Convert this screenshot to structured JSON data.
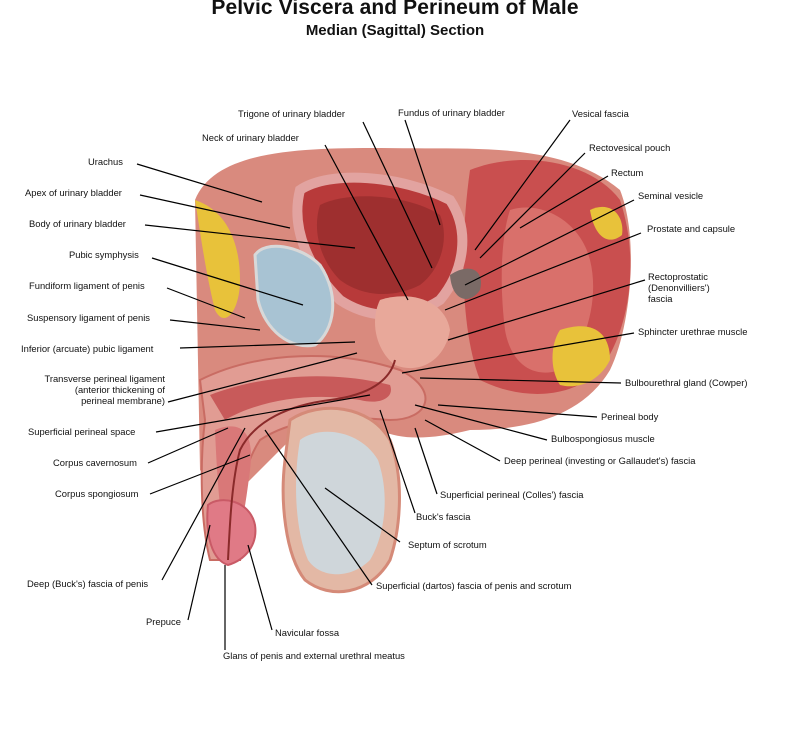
{
  "title": "Pelvic Viscera and Perineum of Male",
  "subtitle": "Median (Sagittal) Section",
  "labels": {
    "trigone": "Trigone of urinary bladder",
    "fundus": "Fundus of urinary bladder",
    "vesical_fascia": "Vesical fascia",
    "neck": "Neck of urinary bladder",
    "rectovesical_pouch": "Rectovesical pouch",
    "urachus": "Urachus",
    "rectum": "Rectum",
    "apex": "Apex of urinary bladder",
    "seminal_vesicle": "Seminal vesicle",
    "body": "Body of urinary bladder",
    "prostate": "Prostate and capsule",
    "pubic_symphysis": "Pubic symphysis",
    "rectoprostatic_1": "Rectoprostatic",
    "rectoprostatic_2": "(Denonvilliers')",
    "rectoprostatic_3": "fascia",
    "fundiform": "Fundiform ligament of penis",
    "suspensory": "Suspensory ligament of penis",
    "sphincter": "Sphincter urethrae muscle",
    "inferior_pubic": "Inferior (arcuate) pubic ligament",
    "transverse_1": "Transverse perineal ligament",
    "transverse_2": "(anterior thickening of",
    "transverse_3": "perineal membrane)",
    "bulbourethral": "Bulbourethral gland (Cowper)",
    "perineal_body": "Perineal body",
    "superficial_space": "Superficial perineal space",
    "bulbospongiosus": "Bulbospongiosus muscle",
    "corpus_cavernosum": "Corpus cavernosum",
    "deep_perineal": "Deep perineal (investing or Gallaudet's) fascia",
    "corpus_spongiosum": "Corpus spongiosum",
    "colles": "Superficial perineal (Colles') fascia",
    "bucks": "Buck's fascia",
    "septum": "Septum of scrotum",
    "deep_bucks": "Deep (Buck's) fascia of penis",
    "dartos": "Superficial (dartos) fascia of penis and scrotum",
    "prepuce": "Prepuce",
    "navicular": "Navicular fossa",
    "glans": "Glans of penis and external urethral meatus"
  }
}
